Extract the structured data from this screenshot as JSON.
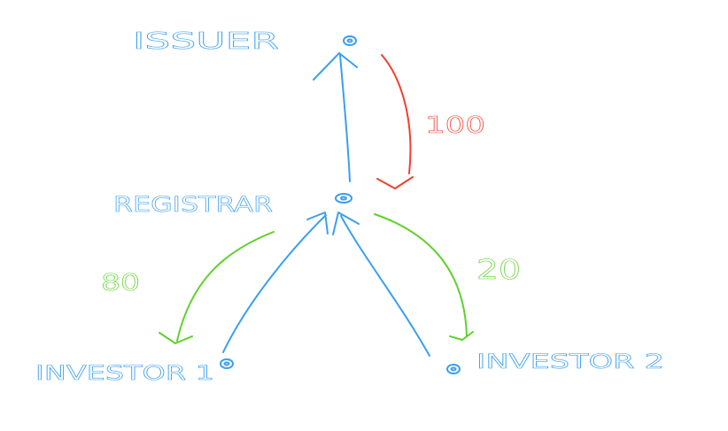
{
  "colors": {
    "blue": "#3a9ff0",
    "red": "#f0402e",
    "green": "#5ed12a"
  },
  "nodes": {
    "issuer": "ISSUER",
    "registrar": "REGISTRAR",
    "investor1": "INVESTOR 1",
    "investor2": "INVESTOR 2"
  },
  "flows": {
    "issuer_to_registrar": "100",
    "registrar_to_investor1": "80",
    "registrar_to_investor2": "20"
  }
}
